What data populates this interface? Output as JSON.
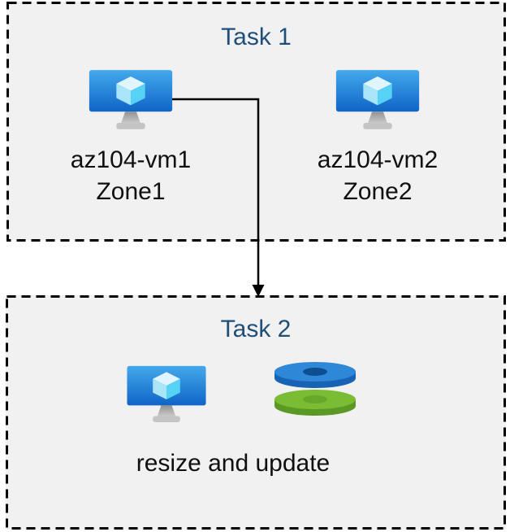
{
  "diagram": {
    "task1": {
      "title": "Task 1",
      "vms": [
        {
          "name": "az104-vm1",
          "zone": "Zone1",
          "icon": "virtual-machine-icon"
        },
        {
          "name": "az104-vm2",
          "zone": "Zone2",
          "icon": "virtual-machine-icon"
        }
      ]
    },
    "task2": {
      "title": "Task 2",
      "caption": "resize and update",
      "icons": [
        "virtual-machine-icon",
        "disks-icon"
      ]
    },
    "connector": {
      "from": "az104-vm1",
      "to": "Task 2",
      "shape": "elbow-arrow-down"
    }
  },
  "colors": {
    "canvas_bg": "#ffffff",
    "box_fill": "#f1f1f2",
    "box_border": "#000000",
    "title_text": "#1f4e79",
    "label_text": "#101010",
    "arrow": "#000000",
    "vm_screen_top": "#44a9ec",
    "vm_screen_bottom": "#1064c6",
    "cube_top": "#e0f5fd",
    "cube_left": "#a9e4f8",
    "cube_right": "#55d2f5",
    "stand_gray": "#c4c4c4",
    "disk_blue_top": "#2e87d7",
    "disk_blue_side": "#1763b4",
    "disk_blue_hole": "#0d4e90",
    "disk_green_top": "#7abc33",
    "disk_green_side": "#5a9a24",
    "disk_green_hole": "#66a82a"
  }
}
